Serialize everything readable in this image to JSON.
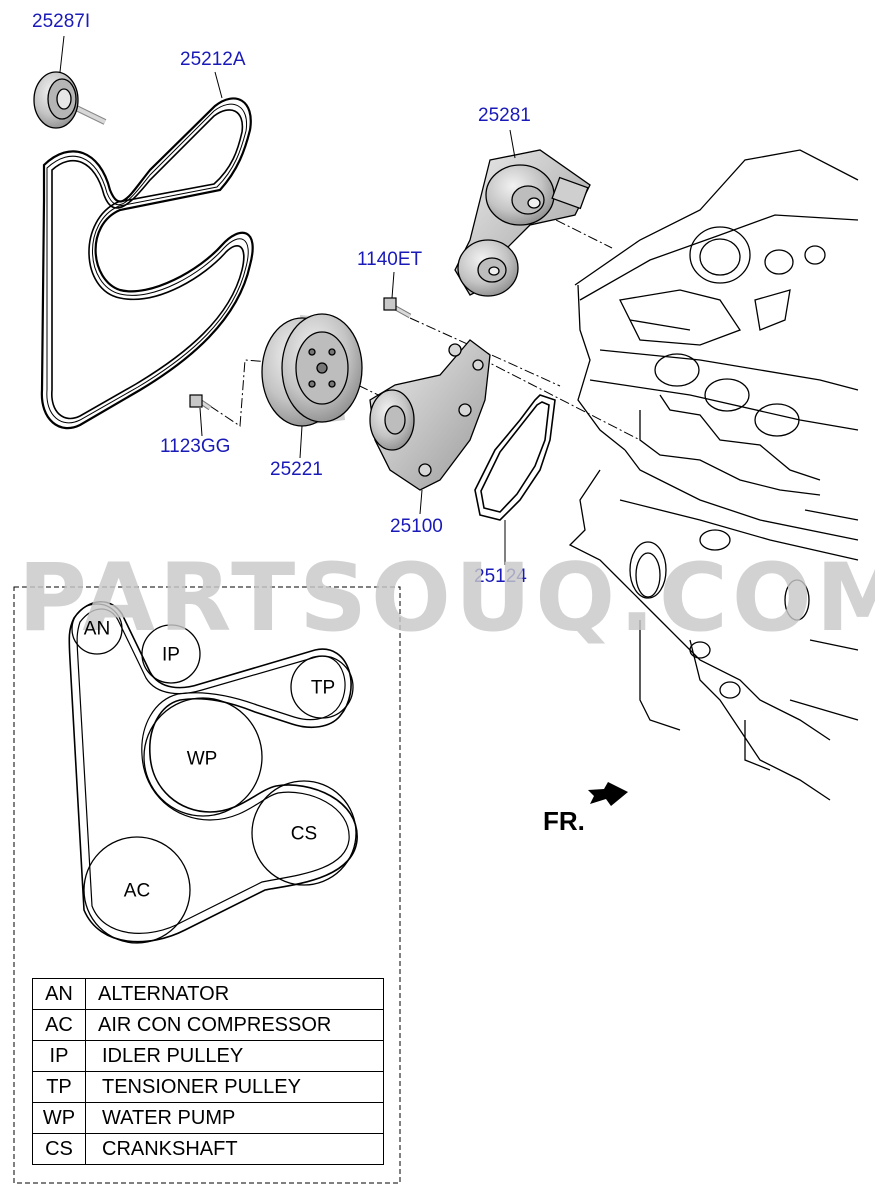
{
  "part_labels": [
    {
      "id": "25287I",
      "text": "25287I"
    },
    {
      "id": "25212A",
      "text": "25212A"
    },
    {
      "id": "25281",
      "text": "25281"
    },
    {
      "id": "1140ET",
      "text": "1140ET"
    },
    {
      "id": "1123GG",
      "text": "1123GG"
    },
    {
      "id": "25221",
      "text": "25221"
    },
    {
      "id": "25100",
      "text": "25100"
    },
    {
      "id": "25124",
      "text": "25124"
    }
  ],
  "watermark": "PARTSOUQ.COM",
  "direction_label": "FR.",
  "belt_diagram": {
    "pulleys": [
      {
        "code": "AN",
        "label": "AN"
      },
      {
        "code": "IP",
        "label": "IP"
      },
      {
        "code": "TP",
        "label": "TP"
      },
      {
        "code": "WP",
        "label": "WP"
      },
      {
        "code": "CS",
        "label": "CS"
      },
      {
        "code": "AC",
        "label": "AC"
      }
    ]
  },
  "legend": [
    {
      "code": "AN",
      "description": "ALTERNATOR"
    },
    {
      "code": "AC",
      "description": "AIR CON COMPRESSOR"
    },
    {
      "code": "IP",
      "description": "IDLER PULLEY"
    },
    {
      "code": "TP",
      "description": "TENSIONER PULLEY"
    },
    {
      "code": "WP",
      "description": "WATER PUMP"
    },
    {
      "code": "CS",
      "description": "CRANKSHAFT"
    }
  ],
  "colors": {
    "part_label": "#1a1ab8",
    "line": "#000000",
    "part_fill": "#d0d0d0",
    "watermark": "#c9c9c9"
  }
}
